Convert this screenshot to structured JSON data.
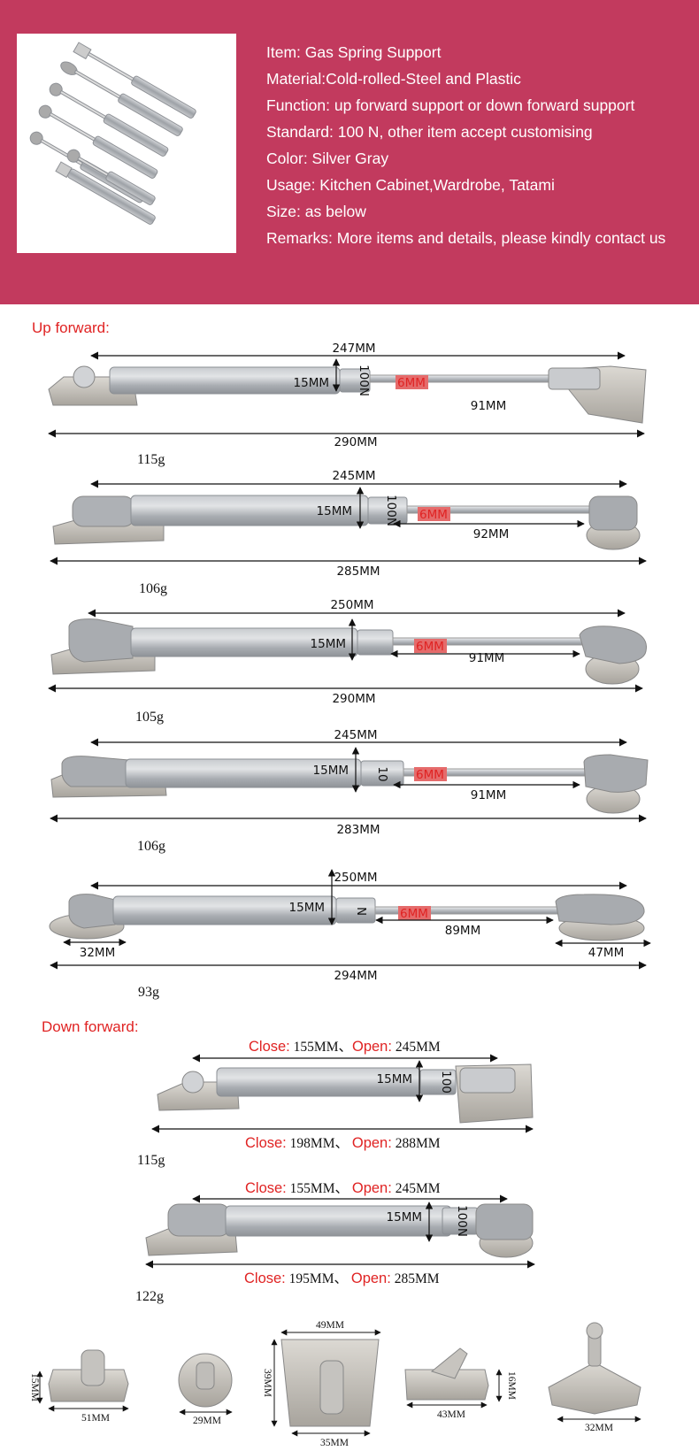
{
  "specs": [
    "Item: Gas Spring Support",
    "Material:Cold-rolled-Steel and Plastic",
    "Function: up forward support or down forward support",
    "Standard: 100 N,  other item accept customising",
    "Color: Silver Gray",
    "Usage: Kitchen Cabinet,Wardrobe, Tatami",
    "Size: as below",
    "Remarks: More items and details, please kindly contact us"
  ],
  "sections": {
    "up": "Up  forward:",
    "down": "Down forward:"
  },
  "up_springs": [
    {
      "top_length": "247MM",
      "diameter": "15MM",
      "force": "100N",
      "rod": "6MM",
      "stroke": "91MM",
      "total": "290MM",
      "weight": "115g"
    },
    {
      "top_length": "245MM",
      "diameter": "15MM",
      "force": "100N",
      "rod": "6MM",
      "stroke": "92MM",
      "total": "285MM",
      "weight": "106g"
    },
    {
      "top_length": "250MM",
      "diameter": "15MM",
      "force": "",
      "rod": "6MM",
      "stroke": "91MM",
      "total": "290MM",
      "weight": "105g"
    },
    {
      "top_length": "245MM",
      "diameter": "15MM",
      "force": "10",
      "rod": "6MM",
      "stroke": "91MM",
      "total": "283MM",
      "weight": "106g"
    },
    {
      "top_length": "250MM",
      "diameter": "15MM",
      "force": "N",
      "rod": "6MM",
      "stroke": "89MM",
      "total": "294MM",
      "weight": "93g",
      "left_mount": "32MM",
      "right_mount": "47MM"
    }
  ],
  "down_springs": [
    {
      "close_word": "Close:",
      "top_close": "155MM、",
      "open_word": "Open:",
      "top_open": "245MM",
      "diameter": "15MM",
      "force": "100",
      "bottom_close": "198MM、",
      "bottom_open": "288MM",
      "weight": "115g"
    },
    {
      "close_word": "Close:",
      "top_close": "155MM、",
      "open_word": "Open:",
      "top_open": "245MM",
      "diameter": "15MM",
      "force": "100N",
      "bottom_close": "195MM、",
      "bottom_open": "285MM",
      "weight": "122g"
    }
  ],
  "brackets": [
    {
      "height": "15MM",
      "width": "51MM"
    },
    {
      "width": "29MM"
    },
    {
      "top_width": "49MM",
      "height": "39MM",
      "bottom_width": "35MM"
    },
    {
      "width": "43MM",
      "height": "16MM"
    },
    {
      "width": "32MM"
    }
  ],
  "colors": {
    "header": "#c23a5e",
    "accent_red": "#e02323",
    "spring_gray": "#b3b6ba",
    "metal": "#c9c6c0"
  }
}
